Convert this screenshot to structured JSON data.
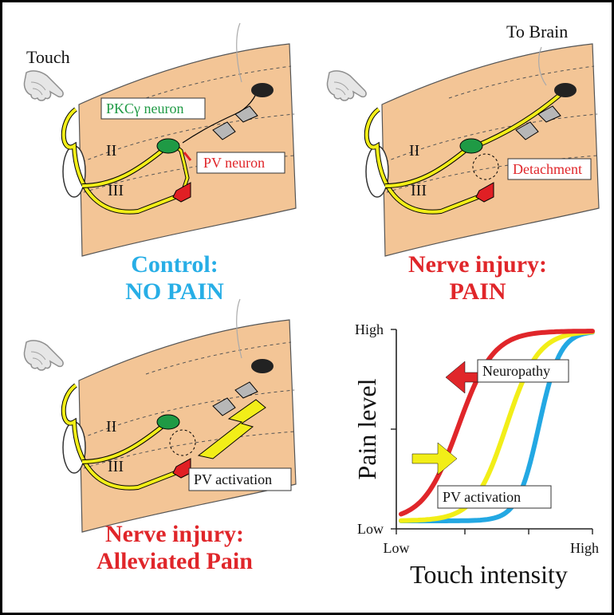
{
  "colors": {
    "tissue": "#f3c596",
    "fiber": "#f2ee18",
    "pkc_neuron": "#1f9a45",
    "pv_neuron": "#e01f24",
    "projection_neuron": "#b7b7b7",
    "top_neuron": "#222222",
    "control_text": "#27aee6",
    "injury_text": "#e0262a",
    "label_green": "#1f9a45",
    "label_red": "#e0262a",
    "curve_blue": "#23a8e3",
    "curve_yellow": "#f2ee18",
    "curve_red": "#e0262a"
  },
  "panels": {
    "control": {
      "touch": "Touch",
      "layer_2": "II",
      "layer_3": "III",
      "pkc_label": "PKCγ neuron",
      "pv_label": "PV neuron",
      "caption_line1": "Control:",
      "caption_line2": "NO PAIN"
    },
    "injury": {
      "to_brain": "To Brain",
      "layer_2": "II",
      "layer_3": "III",
      "detachment_label": "Detachment",
      "caption_line1": "Nerve injury:",
      "caption_line2": "PAIN"
    },
    "alleviated": {
      "layer_2": "II",
      "layer_3": "III",
      "pv_activation_label": "PV activation",
      "caption_line1": "Nerve injury:",
      "caption_line2": "Alleviated Pain"
    }
  },
  "chart_data": {
    "type": "line",
    "xlabel": "Touch intensity",
    "ylabel": "Pain level",
    "x_ticks": [
      "Low",
      "High"
    ],
    "y_ticks": [
      "Low",
      "High"
    ],
    "xlim": [
      0,
      1
    ],
    "ylim": [
      0,
      1
    ],
    "series": [
      {
        "color": "#23a8e3",
        "midpoint": 0.72,
        "steepness": 18
      },
      {
        "color": "#f2ee18",
        "midpoint": 0.55,
        "steepness": 12
      },
      {
        "color": "#e0262a",
        "midpoint": 0.3,
        "steepness": 11
      }
    ],
    "annotations": {
      "neuropathy": "Neuropathy",
      "pv_activation": "PV activation"
    }
  }
}
